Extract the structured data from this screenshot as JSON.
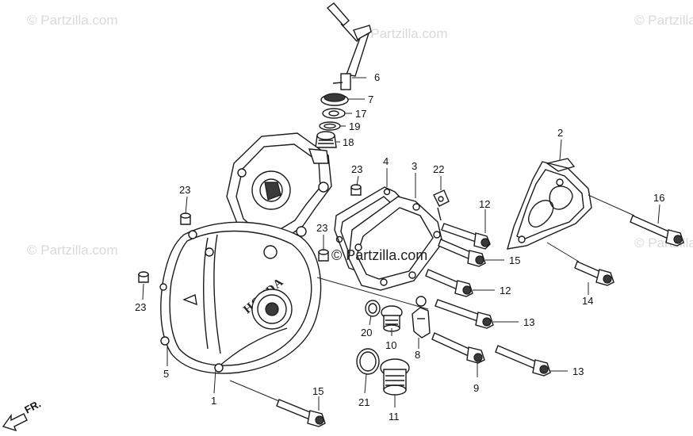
{
  "watermarks": {
    "top_left": "© Partzilla.com",
    "top_center": "© Partzilla.com",
    "top_right": "© Partzilla.com",
    "mid_left": "© Partzilla.com",
    "mid_right": "© Partzilla.com",
    "center": "© Partzilla.com"
  },
  "cover_brand": "HONDA",
  "direction_label": "FR.",
  "callouts": {
    "c1": "1",
    "c2": "2",
    "c3": "3",
    "c4": "4",
    "c5": "5",
    "c6": "6",
    "c7": "7",
    "c8": "8",
    "c9": "9",
    "c10": "10",
    "c11": "11",
    "c12a": "12",
    "c12b": "12",
    "c13a": "13",
    "c13b": "13",
    "c14": "14",
    "c15a": "15",
    "c15b": "15",
    "c16": "16",
    "c17": "17",
    "c18": "18",
    "c19": "19",
    "c20": "20",
    "c21": "21",
    "c22": "22",
    "c23a": "23",
    "c23b": "23",
    "c23c": "23",
    "c23d": "23"
  },
  "colors": {
    "ink": "#1a1a1a",
    "watermark": "#d9d9d9",
    "background": "#ffffff"
  }
}
